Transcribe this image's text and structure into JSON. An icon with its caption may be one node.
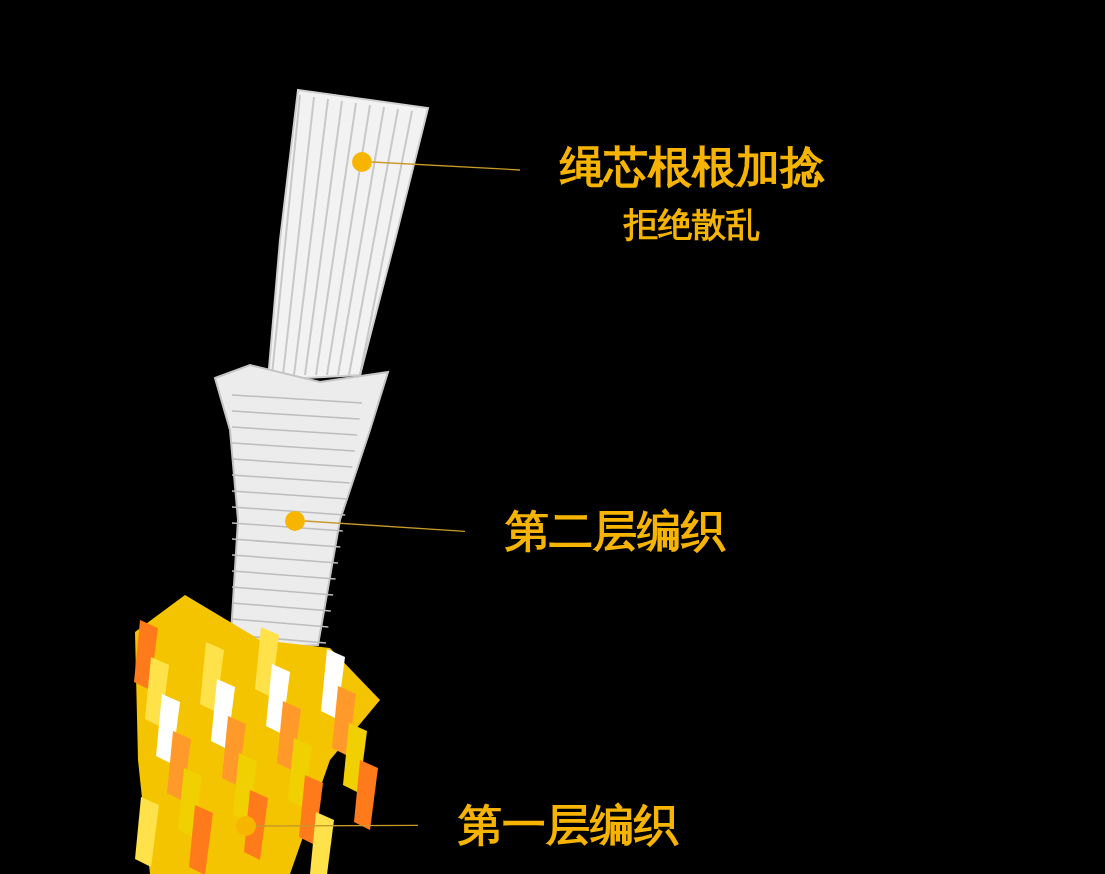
{
  "diagram": {
    "nodes": [
      {
        "text": [
          "绳芯根根加捻",
          "拒绝散乱"
        ]
      },
      {
        "text": [],
        "shape": "circle"
      },
      {
        "text": [
          "第二层编织"
        ]
      },
      {
        "text": [],
        "shape": "circle"
      },
      {
        "text": [
          "第一层编织"
        ]
      },
      {
        "text": [],
        "shape": "circle"
      }
    ],
    "edges": [
      {
        "from": 0,
        "to": 1,
        "arrow": "none"
      },
      {
        "from": 2,
        "to": 3,
        "arrow": "none"
      },
      {
        "from": 4,
        "to": 5,
        "arrow": "none"
      }
    ]
  }
}
